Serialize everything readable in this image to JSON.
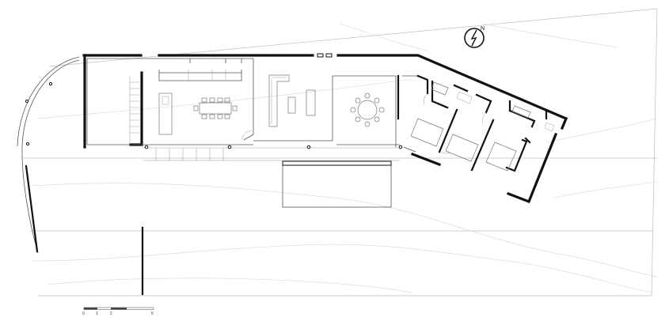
{
  "north_label": "N",
  "scale_bar": {
    "ticks": [
      "0",
      "1",
      "2",
      "5"
    ]
  }
}
